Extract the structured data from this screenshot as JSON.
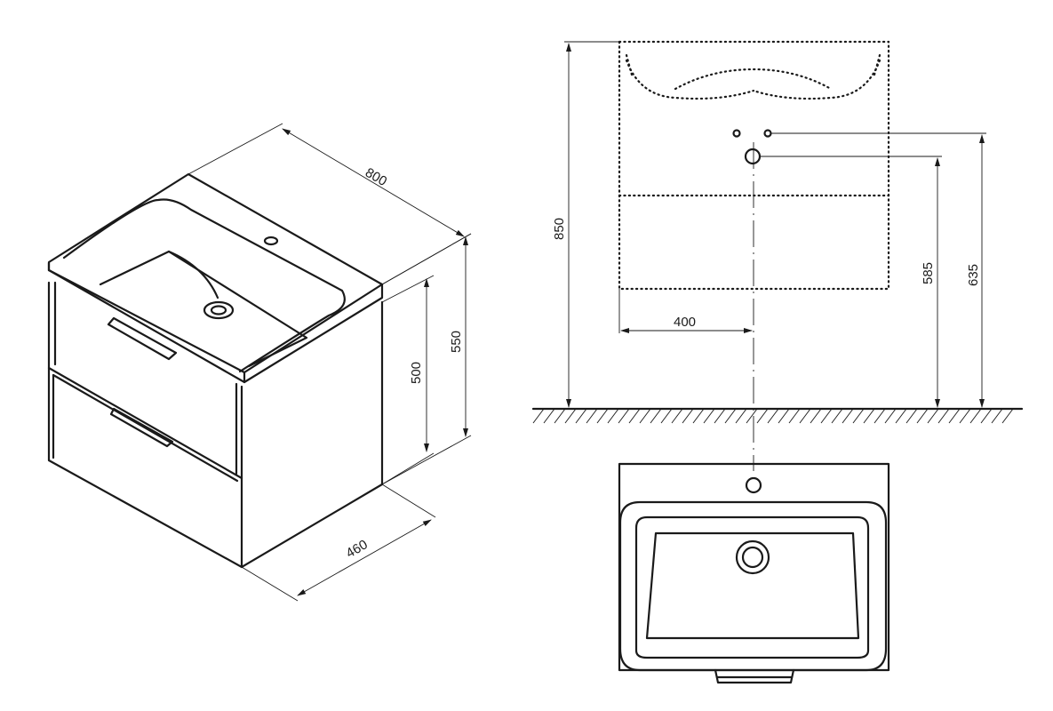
{
  "dimensions": {
    "width_top": "800",
    "total_height": "550",
    "cabinet_height": "500",
    "depth": "460",
    "overall_height": "850",
    "waste_height": "585",
    "supply_height": "635",
    "center_offset": "400"
  }
}
